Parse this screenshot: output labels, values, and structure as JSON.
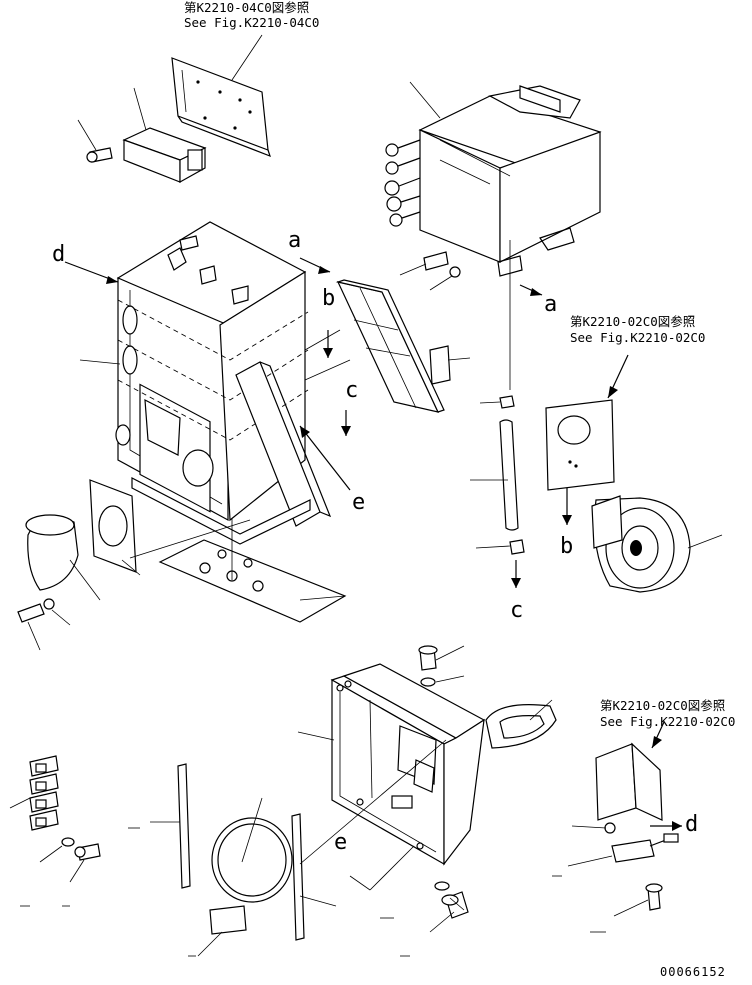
{
  "references": {
    "top": {
      "jp": "第K2210-04C0図参照",
      "en": "See Fig.K2210-04C0"
    },
    "right_middle": {
      "jp": "第K2210-02C0図参照",
      "en": "See Fig.K2210-02C0"
    },
    "right_bottom": {
      "jp": "第K2210-02C0図参照",
      "en": "See Fig.K2210-02C0"
    }
  },
  "markers": {
    "a1": "a",
    "a2": "a",
    "b1": "b",
    "b2": "b",
    "c1": "c",
    "c2": "c",
    "d1": "d",
    "d2": "d",
    "e1": "e",
    "e2": "e"
  },
  "figure_code": "00066152"
}
